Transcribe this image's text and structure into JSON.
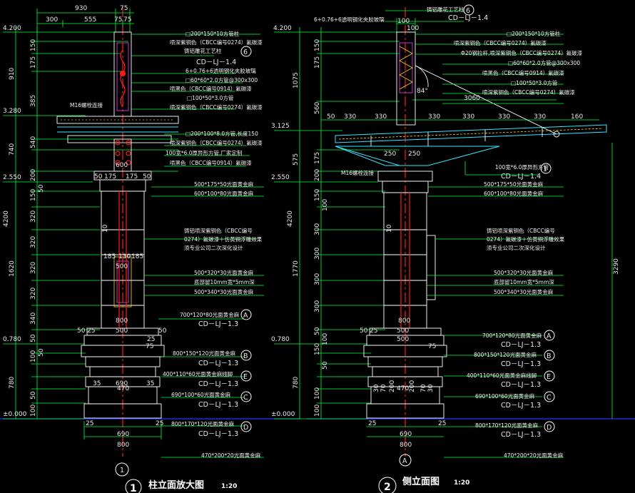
{
  "left_view": {
    "title": "柱立面放大图",
    "scale": "1:20",
    "number": "1",
    "top_dims": [
      "930",
      "75",
      "300",
      "555",
      "75",
      "75"
    ],
    "levels": [
      "4.200",
      "3.280",
      "2.550",
      "0.780",
      "±0.000"
    ],
    "vert_dims_outer": [
      "910",
      "740",
      "4200",
      "1620",
      "780"
    ],
    "vert_dims_inner": [
      "150",
      "175",
      "385",
      "540",
      "200",
      "150",
      "50",
      "320",
      "320",
      "320",
      "320",
      "340",
      "50",
      "100",
      "50",
      "50",
      "100"
    ],
    "mid_dims": [
      [
        "50",
        "175",
        "175",
        "50"
      ],
      [
        "600"
      ],
      [
        "185",
        "130",
        "185"
      ],
      [
        "500"
      ],
      [
        "800"
      ],
      [
        "50",
        "25",
        "500",
        "50"
      ],
      [
        "25",
        "75"
      ],
      [
        "35",
        "690",
        "35"
      ],
      [
        "470"
      ],
      [
        "25",
        "690",
        "25"
      ],
      [
        "800"
      ],
      [
        "10"
      ]
    ],
    "notes": [
      "□200*150*10方管柱",
      "喷深紫铜色（CBCC编号0274）氟碳漆",
      "铸铝雕花工艺柱",
      "CD－LJ－1.4",
      "6+0.76+6透明钢化夹胶玻璃",
      "□60*60*2.0方管@300x300",
      "喷黑色（CBCC编号0914）氟碳漆",
      "□100*50*3.0方管",
      "喷深紫铜色（CBCC编号0274）氟碳漆",
      "□200*100*8.0方管,长度150",
      "喷深紫铜色（CBCC编号0274）氟碳漆",
      "100宽*6.0厚异形方管,厂家定制",
      "喷黑色（CBCC编号0914）氟碳漆",
      "500*175*50光面黄金麻",
      "600*100*80光面黄金麻",
      "铸铝喷深紫铜色（CBCC编号",
      "0274）氟碳漆＋仿黄铜浮雕效果",
      "须专业公司二次深化设计",
      "500*320*30光面黄金麻",
      "底部留10mm宽*5mm深",
      "500*340*30光面黄金麻",
      "700*120*80光面黄金麻",
      "CD－LJ－1.3",
      "800*150*120光面黄金麻",
      "CD－LJ－1.3",
      "400*110*60光面黄金麻线脚",
      "CD－LJ－1.3",
      "690*100*60光面黄金麻",
      "CD－LJ－1.3",
      "800*170*120光面黄金麻",
      "CD－LJ－1.3",
      "470*200*20光面黄金麻"
    ],
    "bolt_note": "M16螺栓连接",
    "callouts": [
      "A",
      "B",
      "E",
      "C",
      "D"
    ],
    "small_ref": "6"
  },
  "right_view": {
    "title": "侧立面图",
    "scale": "1:20",
    "number": "2",
    "axis": "A",
    "top_dims": [
      "100",
      "100"
    ],
    "levels": [
      "4.200",
      "3.125",
      "2.550",
      "0.780",
      "±0.000"
    ],
    "vert_dims_outer": [
      "1075",
      "575",
      "4200",
      "1770",
      "780"
    ],
    "vert_dims_inner": [
      "150",
      "175",
      "560",
      "175",
      "200",
      "150",
      "100",
      "300",
      "300",
      "300",
      "300",
      "50",
      "100",
      "150",
      "50",
      "100",
      "100"
    ],
    "vert_right": "3290",
    "mid_dims": [
      [
        "50",
        "330",
        "330",
        "330",
        "330",
        "330",
        "330",
        "160"
      ],
      [
        "3060"
      ],
      [
        "250",
        "250"
      ],
      [
        "84°"
      ],
      [
        "500"
      ],
      [
        "800"
      ],
      [
        "50",
        "25",
        "500"
      ],
      [
        "75"
      ],
      [
        "30",
        "70",
        "200",
        "200",
        "70",
        "30"
      ],
      [
        "470"
      ],
      [
        "25",
        "690",
        "25"
      ],
      [
        "800"
      ],
      [
        "10"
      ]
    ],
    "notes_top": [
      "6+0.76+6透明钢化夹胶玻璃",
      "铸铝雕花工艺柱",
      "CD－LJ－1.4"
    ],
    "notes": [
      "□200*150*10方管柱",
      "喷深紫铜色（CBCC编号0274）氟碳漆",
      "Φ20钢拉杆,喷深紫铜色（CBCC编号0274）氟碳漆",
      "□60*60*2.0方管@300x300",
      "喷黑色（CBCC编号0914）氟碳漆",
      "□100*50*3.0方管",
      "喷深紫铜色（CBCC编号0274）氟碳漆",
      "100宽*6.0厚异形方管",
      "CD－LJ－1.4",
      "500*175*50光面黄金麻",
      "600*100*80光面黄金麻",
      "铸铝喷深紫铜色（CBCC编号",
      "0274）氟碳漆＋仿黄铜浮雕效果",
      "须专业公司二次深化设计",
      "500*320*30光面黄金麻",
      "底部留10mm宽*5mm深",
      "500*340*30光面黄金麻",
      "700*120*80光面黄金麻",
      "CD－LJ－1.3",
      "800*150*120光面黄金麻",
      "CD－LJ－1.3",
      "400*110*60光面黄金麻线脚",
      "CD－LJ－1.3",
      "690*100*60光面黄金麻",
      "CD－LJ－1.3",
      "800*170*120光面黄金麻",
      "CD－LJ－1.3",
      "470*200*20光面黄金麻"
    ],
    "bolt_note": "M16螺栓连接",
    "callouts": [
      "A",
      "B",
      "E",
      "C",
      "D"
    ],
    "small_refs": [
      "6",
      "1"
    ]
  }
}
